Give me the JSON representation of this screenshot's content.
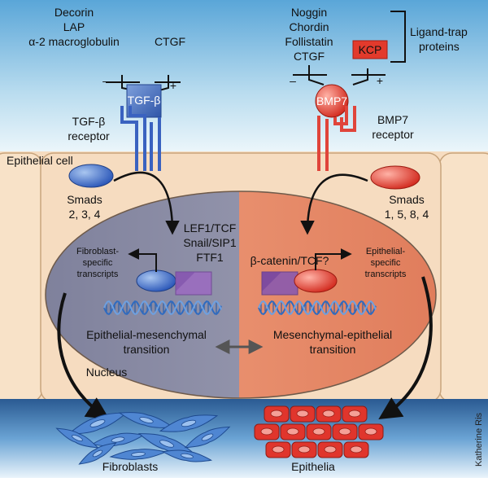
{
  "top_left_inhibitors": [
    "Decorin",
    "LAP",
    "α-2 macroglobulin"
  ],
  "top_left_enhancer": "CTGF",
  "tgfb_ligand": "TGF-β",
  "tgfb_receptor": [
    "TGF-β",
    "receptor"
  ],
  "top_right_inhibitors": [
    "Noggin",
    "Chordin",
    "Follistatin",
    "CTGF"
  ],
  "kcp": "KCP",
  "ligand_trap": [
    "Ligand-trap",
    "proteins"
  ],
  "bmp7_ligand": "BMP7",
  "bmp7_receptor": [
    "BMP7",
    "receptor"
  ],
  "minus_sign": "–",
  "plus_sign": "+",
  "epithelial_cell": "Epithelial cell",
  "smads_left": [
    "Smads",
    "2, 3, 4"
  ],
  "smads_right": [
    "Smads",
    "1, 5, 8, 4"
  ],
  "tf_left": [
    "LEF1/TCF",
    "Snail/SIP1",
    "FTF1"
  ],
  "tf_right": "β-catenin/TCF?",
  "fibro_transcripts": [
    "Fibroblast-",
    "specific",
    "transcripts"
  ],
  "epi_transcripts": [
    "Epithelial-",
    "specific",
    "transcripts"
  ],
  "emt": [
    "Epithelial-mesenchymal",
    "transition"
  ],
  "met": [
    "Mesenchymal-epithelial",
    "transition"
  ],
  "nucleus": "Nucleus",
  "fibroblasts": "Fibroblasts",
  "epithelia": "Epithelia",
  "credit": "Katherine Ris",
  "colors": {
    "sky_top": "#5aa6d8",
    "sky_bottom": "#eaf5fb",
    "cell": "#f6dcc0",
    "cell_border": "#caa77f",
    "nucleus_left": "#8e8fa8",
    "nucleus_right": "#e8906e",
    "tgfb_blue": "#3f66c4",
    "bmp_red": "#e43b2c",
    "bottom_band": "#2d5e95",
    "fibroblast": "#4d84cf",
    "epithelial_cell": "#e0362e",
    "purple": "#8f5fb3"
  }
}
